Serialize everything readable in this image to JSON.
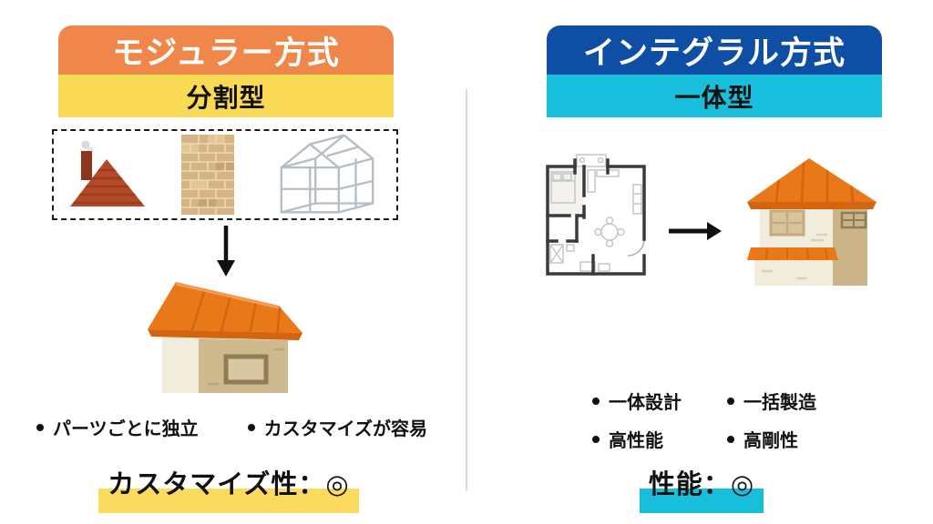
{
  "left_panel": {
    "title": "モジュラー方式",
    "subtitle": "分割型",
    "bullets": [
      "パーツごとに独立",
      "カスタマイズが容易"
    ],
    "score_label": "カスタマイズ性：◎"
  },
  "right_panel": {
    "title": "インテグラル方式",
    "subtitle": "一体型",
    "bullets": [
      "一体設計",
      "一括製造",
      "高性能",
      "高剛性"
    ],
    "score_label": "性能：◎"
  },
  "colors": {
    "left_header": "#F0874A",
    "left_subheader": "#FAD955",
    "left_highlight": "#FBDB5E",
    "right_header": "#0E4EA5",
    "right_subheader": "#17BFDC",
    "right_highlight": "#17BFDC",
    "divider": "#DBDBDB",
    "roof_orange": "#E97818",
    "roof_edge": "#D2650D",
    "wall_cream": "#F2ECDC",
    "wall_tan": "#CFB98F",
    "part_roof_red": "#B4492A",
    "brick_tan": "#D5B385",
    "frame_gray": "#B5BDC5",
    "plan_wall": "#3A3A3A",
    "plan_furniture": "#C6C6C6"
  },
  "icons": {
    "roof_part": "triangle-roof-with-chimney",
    "wall_part": "brick-wall",
    "frame_part": "house-frame-wireframe",
    "down_arrow": "arrow-down",
    "right_arrow": "arrow-right",
    "double_circle_mark": "◎"
  }
}
